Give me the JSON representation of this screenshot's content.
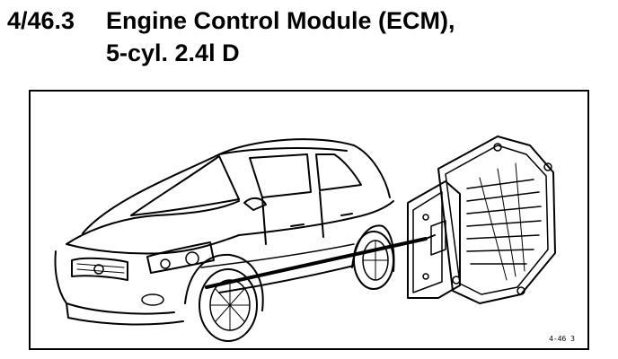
{
  "section": {
    "number": "4/46.3",
    "title_line1": "Engine Control Module (ECM),",
    "title_line2": "5-cyl. 2.4l D"
  },
  "figure": {
    "code": "4-46 3"
  }
}
